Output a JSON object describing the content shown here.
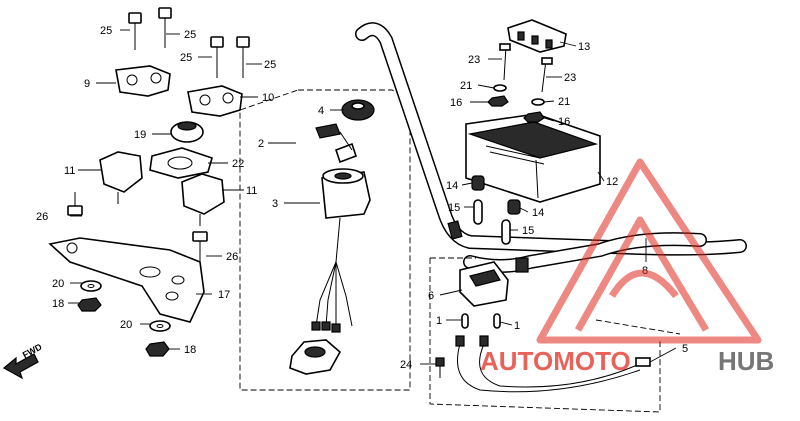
{
  "callouts": {
    "c1": "1",
    "c2": "2",
    "c3": "3",
    "c4": "4",
    "c5": "5",
    "c6": "6",
    "c8": "8",
    "c9": "9",
    "c10": "10",
    "c11": "11",
    "c12": "12",
    "c13": "13",
    "c14": "14",
    "c15": "15",
    "c16": "16",
    "c17": "17",
    "c18": "18",
    "c19": "19",
    "c20": "20",
    "c21": "21",
    "c22": "22",
    "c23": "23",
    "c24": "24",
    "c25": "25",
    "c26": "26"
  },
  "fwd_label": "FWD",
  "watermark": {
    "part1": "AUTOMOTO",
    "part2": "HUB",
    "color": "#e0261b"
  }
}
